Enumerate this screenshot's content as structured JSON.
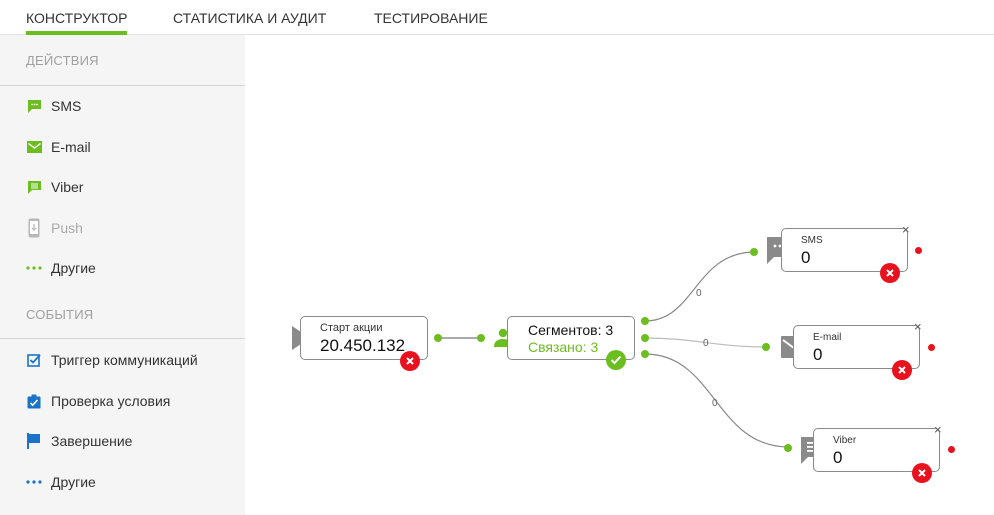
{
  "tabs": [
    {
      "label": "КОНСТРУКТОР",
      "active": true
    },
    {
      "label": "СТАТИСТИКА И АУДИТ",
      "active": false
    },
    {
      "label": "ТЕСТИРОВАНИЕ",
      "active": false
    }
  ],
  "sidebar": {
    "actions": {
      "title": "ДЕЙСТВИЯ",
      "items": [
        {
          "label": "SMS",
          "icon": "sms-icon",
          "color": "#6cbd1f"
        },
        {
          "label": "E-mail",
          "icon": "email-icon",
          "color": "#6cbd1f"
        },
        {
          "label": "Viber",
          "icon": "viber-icon",
          "color": "#6cbd1f"
        },
        {
          "label": "Push",
          "icon": "push-phone-icon",
          "color": "#b0b0b0",
          "disabled": true
        },
        {
          "label": "Другие",
          "icon": "more-dots-icon",
          "color": "#6cbd1f"
        }
      ]
    },
    "events": {
      "title": "СОБЫТИЯ",
      "items": [
        {
          "label": "Триггер коммуникаций",
          "icon": "checkbox-icon",
          "color": "#1a73c8"
        },
        {
          "label": "Проверка условия",
          "icon": "clipboard-check-icon",
          "color": "#1a73c8"
        },
        {
          "label": "Завершение",
          "icon": "flag-icon",
          "color": "#1a73c8"
        },
        {
          "label": "Другие",
          "icon": "more-dots-icon",
          "color": "#1a73c8"
        }
      ]
    }
  },
  "canvas": {
    "start": {
      "label": "Старт акции",
      "value": "20.450.132",
      "status": "error"
    },
    "segments": {
      "line1": "Сегментов: 3",
      "line2": "Связано: 3",
      "status": "ok"
    },
    "channels": [
      {
        "label": "SMS",
        "value": "0",
        "icon": "sms-icon",
        "status": "error",
        "edge_label": "0"
      },
      {
        "label": "E-mail",
        "value": "0",
        "icon": "email-icon",
        "status": "error",
        "edge_label": "0"
      },
      {
        "label": "Viber",
        "value": "0",
        "icon": "viber-icon",
        "status": "error",
        "edge_label": "0"
      }
    ],
    "close_glyph": "×"
  },
  "colors": {
    "accent": "#6cbd1f",
    "error": "#e8121e",
    "blue": "#1a73c8",
    "muted": "#a0a0a0"
  }
}
